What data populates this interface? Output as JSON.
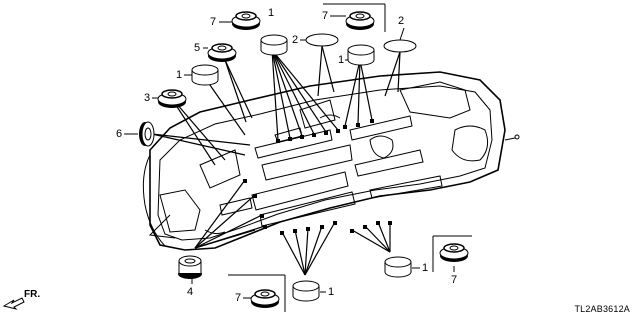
{
  "diagram": {
    "part_code": "TL2AB3612A",
    "front_indicator": "FR.",
    "callouts": [
      {
        "id": "c7a",
        "label": "7"
      },
      {
        "id": "c1a",
        "label": "1"
      },
      {
        "id": "c7b",
        "label": "7"
      },
      {
        "id": "c2a",
        "label": "2"
      },
      {
        "id": "c2b",
        "label": "2"
      },
      {
        "id": "c5",
        "label": "5"
      },
      {
        "id": "c1b",
        "label": "1"
      },
      {
        "id": "c1c",
        "label": "1"
      },
      {
        "id": "c3",
        "label": "3"
      },
      {
        "id": "c6",
        "label": "6"
      },
      {
        "id": "c4",
        "label": "4"
      },
      {
        "id": "c7c",
        "label": "7"
      },
      {
        "id": "c1d",
        "label": "1"
      },
      {
        "id": "c1e",
        "label": "1"
      },
      {
        "id": "c7d",
        "label": "7"
      }
    ]
  }
}
